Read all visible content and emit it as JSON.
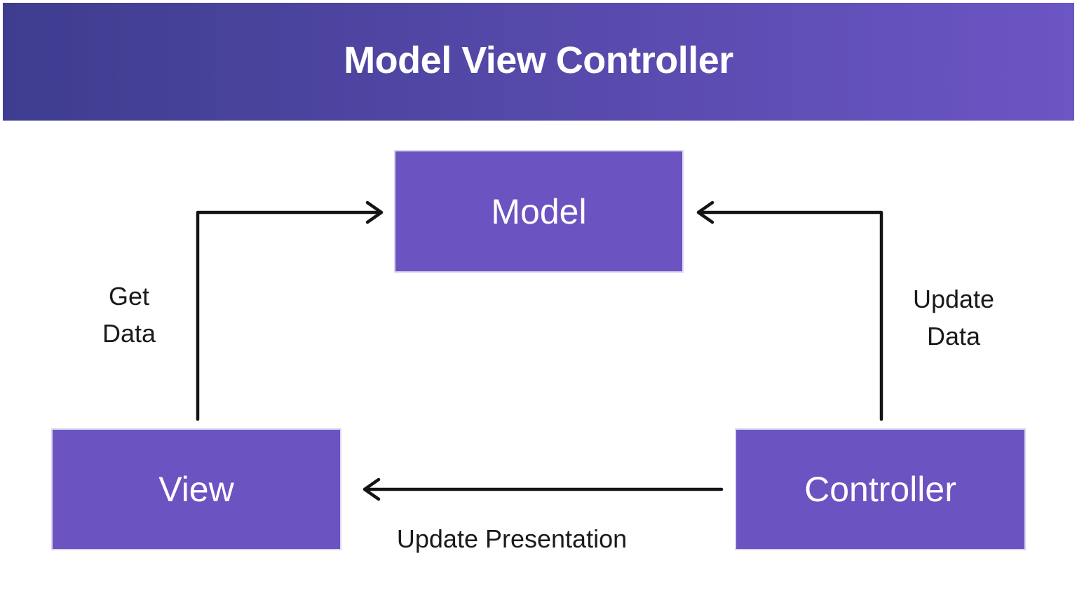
{
  "title": "Model View Controller",
  "diagram_type": "flowchart",
  "colors": {
    "header_gradient_start": "#3E3D8F",
    "header_gradient_end": "#6C55C4",
    "node_fill": "#6B53C1",
    "node_border": "#DCD7F0",
    "node_text": "#FFFFFF",
    "line": "#141414",
    "label_text": "#1A1A1A",
    "background": "#FFFFFF"
  },
  "nodes": [
    {
      "id": "model",
      "label": "Model"
    },
    {
      "id": "view",
      "label": "View"
    },
    {
      "id": "controller",
      "label": "Controller"
    }
  ],
  "edges": [
    {
      "from": "view",
      "to": "model",
      "label": "Get Data",
      "label_lines": [
        "Get",
        "Data"
      ]
    },
    {
      "from": "controller",
      "to": "model",
      "label": "Update Data",
      "label_lines": [
        "Update",
        "Data"
      ]
    },
    {
      "from": "controller",
      "to": "view",
      "label": "Update Presentation",
      "label_lines": [
        "Update Presentation"
      ]
    }
  ]
}
